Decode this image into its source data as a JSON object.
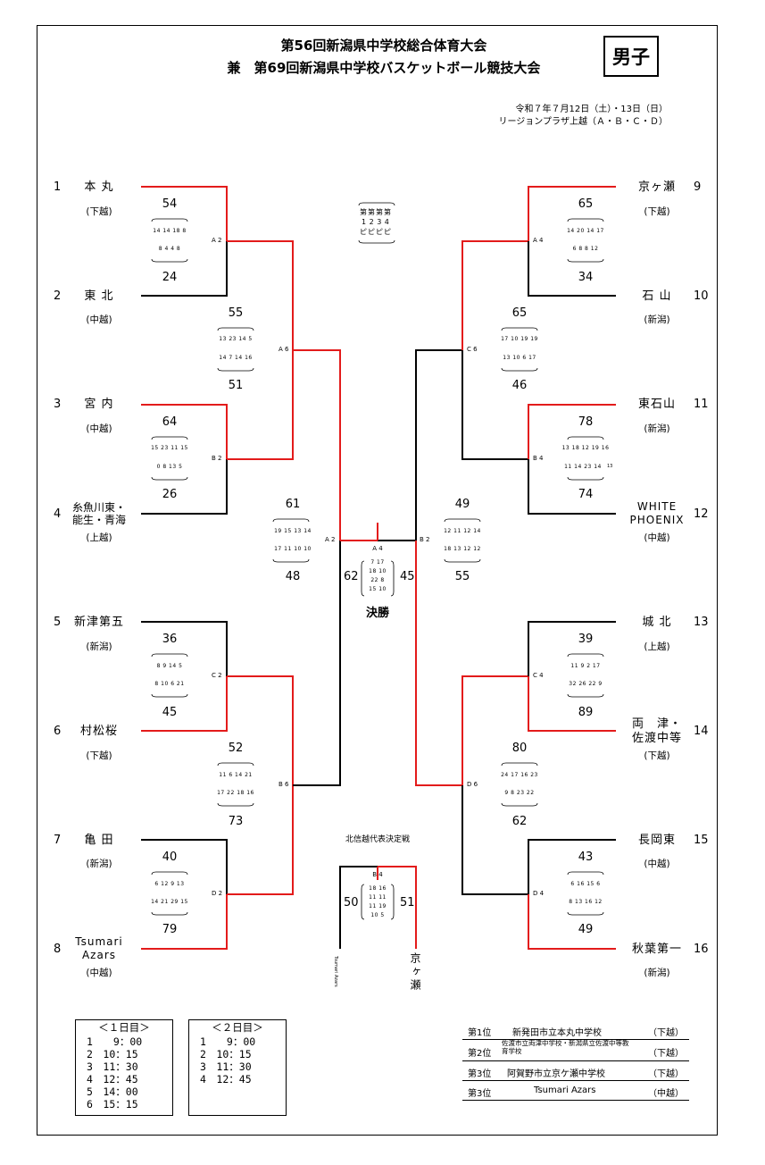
{
  "title": {
    "line1": "第56回新潟県中学校総合体育大会",
    "line2": "兼　第69回新潟県中学校バスケットボール競技大会",
    "category": "男子"
  },
  "info": {
    "date": "令和７年７月12日（土）・13日（日）",
    "venue": "リージョンプラザ上越（Ａ・Ｂ・Ｃ・Ｄ）"
  },
  "legend": [
    "第",
    "第",
    "第",
    "第",
    "1",
    "2",
    "3",
    "4",
    "ピ",
    "ピ",
    "ピ",
    "ピ"
  ],
  "teams": {
    "t1": {
      "num": "1",
      "name": "本 丸",
      "region": "(下越)"
    },
    "t2": {
      "num": "2",
      "name": "東 北",
      "region": "(中越)"
    },
    "t3": {
      "num": "3",
      "name": "宮 内",
      "region": "(中越)"
    },
    "t4": {
      "num": "4",
      "name1": "糸魚川東・",
      "name2": "能生・青海",
      "region": "(上越)"
    },
    "t5": {
      "num": "5",
      "name": "新津第五",
      "region": "(新潟)"
    },
    "t6": {
      "num": "6",
      "name": "村松桜",
      "region": "(下越)"
    },
    "t7": {
      "num": "7",
      "name": "亀 田",
      "region": "(新潟)"
    },
    "t8": {
      "num": "8",
      "name1": "Tsumari",
      "name2": "Azars",
      "region": "(中越)"
    },
    "t9": {
      "num": "9",
      "name": "京ヶ瀬",
      "region": "(下越)"
    },
    "t10": {
      "num": "10",
      "name": "石 山",
      "region": "(新潟)"
    },
    "t11": {
      "num": "11",
      "name": "東石山",
      "region": "(新潟)"
    },
    "t12": {
      "num": "12",
      "name1": "WHITE",
      "name2": "PHOENIX",
      "region": "(中越)"
    },
    "t13": {
      "num": "13",
      "name": "城 北",
      "region": "(上越)"
    },
    "t14": {
      "num": "14",
      "name1": "両　津・",
      "name2": "佐渡中等",
      "region": "(下越)"
    },
    "t15": {
      "num": "15",
      "name": "長岡東",
      "region": "(中越)"
    },
    "t16": {
      "num": "16",
      "name": "秋葉第一",
      "region": "(新潟)"
    }
  },
  "games": {
    "a4": {
      "top": "54",
      "q1": "14 14 18 8",
      "q2": "8 4 4 8",
      "bottom": "24"
    },
    "b2": {
      "top": "64",
      "q1": "15 23 11 15",
      "q2": "0 8 13 5",
      "bottom": "26"
    },
    "c2": {
      "top": "36",
      "q1": "8 9 14 5",
      "q2": "8 10 6 21",
      "bottom": "45"
    },
    "d2": {
      "top": "40",
      "q1": "6 12 9 13",
      "q2": "14 21 29 15",
      "bottom": "79"
    },
    "a6": {
      "top": "55",
      "q1": "13 23 14 5",
      "q2": "14 7 14 16",
      "bottom": "51"
    },
    "b6": {
      "top": "52",
      "q1": "11 6 14 21",
      "q2": "17 22 18 16",
      "bottom": "73"
    },
    "a2": {
      "top": "61",
      "q1": "19 15 13 14",
      "q2": "17 11 10 10",
      "bottom": "48"
    },
    "ra4": {
      "top": "65",
      "q1": "14 20 14 17",
      "q2": "6 8 8 12",
      "bottom": "34"
    },
    "rb4": {
      "top": "78",
      "q1": "13 18 12 19 16",
      "q2": "11 14 23 14",
      "q2b": "13",
      "bottom": "74"
    },
    "rc4": {
      "top": "39",
      "q1": "11 9 2 17",
      "q2": "32 26 22 9",
      "bottom": "89"
    },
    "rd4": {
      "top": "43",
      "q1": "6 16 15 6",
      "q2": "8 13 16 12",
      "bottom": "49"
    },
    "c6": {
      "top": "65",
      "q1": "17 10 19 19",
      "q2": "13 10 6 17",
      "bottom": "46"
    },
    "d6": {
      "top": "80",
      "q1": "24 17 16 23",
      "q2": "9 8 23 22",
      "bottom": "62"
    },
    "b2r": {
      "top": "49",
      "q1": "12 11 12 14",
      "q2": "18 13 12 12",
      "bottom": "55"
    },
    "final": {
      "left": "62",
      "right": "45",
      "q": [
        "7 17",
        "18 10",
        "22 8",
        "15 10"
      ],
      "label": "決勝"
    },
    "hokushinetsu": {
      "label": "北信越代表決定戦",
      "left": "50",
      "right": "51",
      "q": [
        "18 16",
        "11 11",
        "11 19",
        "10 5"
      ],
      "winner": "京ヶ瀬",
      "loser": "Tsumari Azars"
    }
  },
  "court_labels": {
    "a2_l": "A 2",
    "b2_l": "B 2",
    "c2_l": "C 2",
    "d2_l": "D 2",
    "a6": "A 6",
    "b6": "B 6",
    "a2_c": "A 2",
    "a4_c": "A 4",
    "b2_c": "B 2",
    "ra4": "A 4",
    "rb4": "B 4",
    "rc4": "C 4",
    "rd4": "D 4",
    "c6": "C 6",
    "d6": "D 6",
    "b4": "B 4"
  },
  "schedule": {
    "day1_title": "＜１日目＞",
    "day1": [
      "1　　9：00",
      "2　10：15",
      "3　11：30",
      "4　12：45",
      "5　14：00",
      "6　15：15"
    ],
    "day2_title": "＜２日目＞",
    "day2": [
      "1　　9：00",
      "2　10：15",
      "3　11：30",
      "4　12：45"
    ]
  },
  "rankings": [
    {
      "place": "第1位",
      "school": "新発田市立本丸中学校",
      "region": "（下越）"
    },
    {
      "place": "第2位",
      "school": "佐渡市立両津中学校・新潟県立佐渡中等教育学校",
      "region": "（下越）"
    },
    {
      "place": "第3位",
      "school": "阿賀野市立京ケ瀬中学校",
      "region": "（下越）"
    },
    {
      "place": "第3位",
      "school": "Tsumari Azars",
      "region": "（中越）"
    }
  ],
  "colors": {
    "win": "#e31b1b",
    "line": "#000000"
  }
}
